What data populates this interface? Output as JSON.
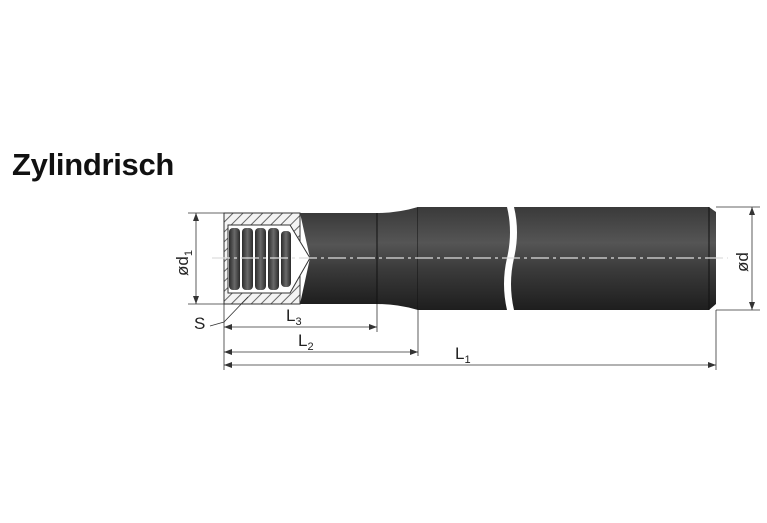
{
  "title": "Zylindrisch",
  "labels": {
    "d1": "ød",
    "d1_sub": "1",
    "d": "ød",
    "s": "S",
    "l1": "L",
    "l1_sub": "1",
    "l2": "L",
    "l2_sub": "2",
    "l3": "L",
    "l3_sub": "3"
  },
  "colors": {
    "body": "#2b2b2b",
    "hatch": "#555555",
    "line": "#333333",
    "background": "#ffffff"
  }
}
